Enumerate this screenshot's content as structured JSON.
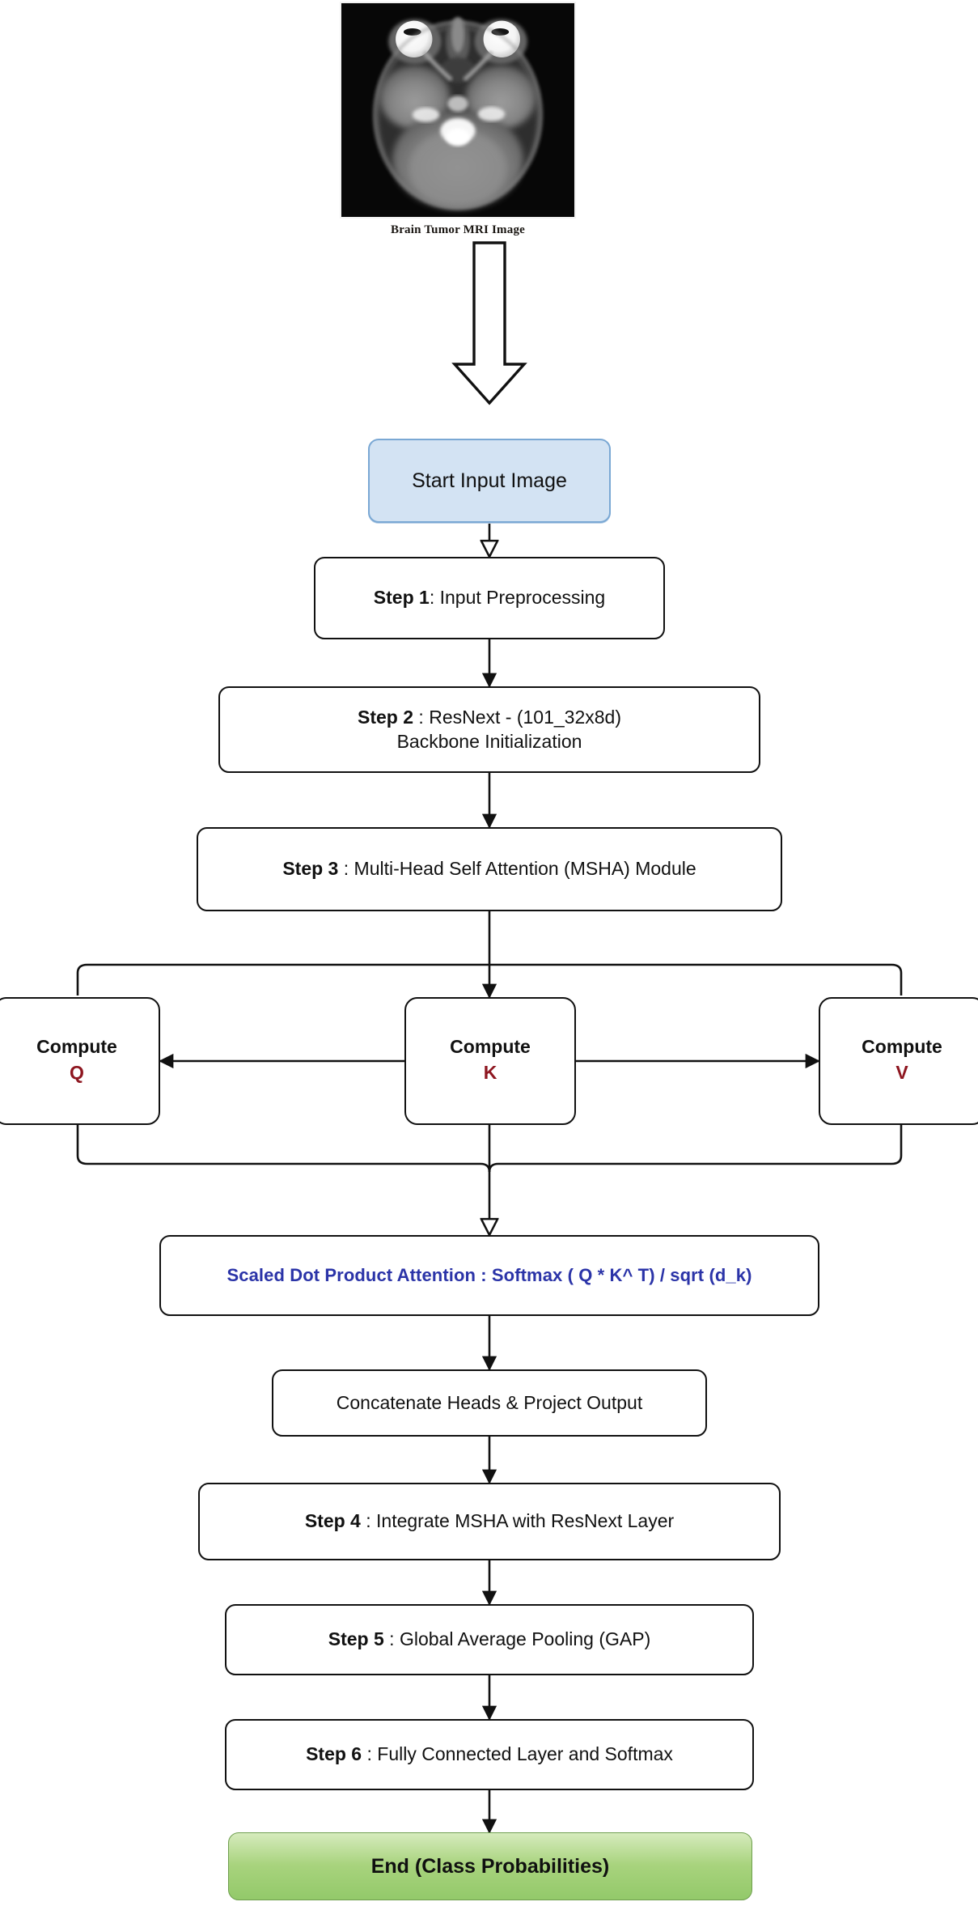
{
  "figure": {
    "image_caption": "Brain Tumor MRI Image",
    "image_alt": "axial brain MRI slice"
  },
  "colors": {
    "start_fill": "#d3e3f3",
    "start_stroke": "#7aa8d4",
    "end_fill": "#a8d37d",
    "end_stroke": "#6f9f4f",
    "qkv_label": "#8e1620",
    "attention_text": "#2b34a8",
    "node_stroke": "#111111",
    "page_background": "#ffffff"
  },
  "flowchart": {
    "type": "flowchart",
    "orientation": "top-to-bottom",
    "nodes": {
      "start": {
        "label": "Start Input Image"
      },
      "step1": {
        "prefix": "Step 1",
        "sep": ": ",
        "text": "Input Preprocessing"
      },
      "step2": {
        "prefix": "Step 2",
        "sep": " : ",
        "line1": "ResNext - (101_32x8d)",
        "line2": "Backbone Initialization"
      },
      "step3": {
        "prefix": "Step 3",
        "sep": " : ",
        "text": "Multi-Head Self Attention (MSHA) Module"
      },
      "compute_q": {
        "title": "Compute",
        "label": "Q"
      },
      "compute_k": {
        "title": "Compute",
        "label": "K"
      },
      "compute_v": {
        "title": "Compute",
        "label": "V"
      },
      "attention": {
        "text": "Scaled Dot Product Attention :  Softmax ( Q * K^ T)  / sqrt (d_k)"
      },
      "concat": {
        "text": "Concatenate Heads & Project Output"
      },
      "step4": {
        "prefix": "Step 4",
        "sep": " : ",
        "text": "Integrate MSHA with ResNext Layer"
      },
      "step5": {
        "prefix": "Step 5",
        "sep": " : ",
        "text": "Global Average Pooling (GAP)"
      },
      "step6": {
        "prefix": "Step 6",
        "sep": " : ",
        "text": "Fully Connected Layer and Softmax"
      },
      "end": {
        "label": "End (Class Probabilities)"
      }
    },
    "edges": [
      {
        "from": "mri-image",
        "to": "start",
        "style": "hollow-block-arrow"
      },
      {
        "from": "start",
        "to": "step1",
        "style": "hollow-arrow"
      },
      {
        "from": "step1",
        "to": "step2",
        "style": "solid-arrow"
      },
      {
        "from": "step2",
        "to": "step3",
        "style": "solid-arrow"
      },
      {
        "from": "step3",
        "to": "compute_k",
        "style": "solid-arrow"
      },
      {
        "from": "step3",
        "to": "compute_q",
        "style": "bus-left"
      },
      {
        "from": "step3",
        "to": "compute_v",
        "style": "bus-right"
      },
      {
        "from": "compute_k",
        "to": "compute_q",
        "style": "solid-arrow-left"
      },
      {
        "from": "compute_k",
        "to": "compute_v",
        "style": "solid-arrow-right"
      },
      {
        "from": "compute_q,compute_k,compute_v",
        "to": "attention",
        "style": "bus-merge-hollow-arrow"
      },
      {
        "from": "attention",
        "to": "concat",
        "style": "solid-arrow"
      },
      {
        "from": "concat",
        "to": "step4",
        "style": "solid-arrow"
      },
      {
        "from": "step4",
        "to": "step5",
        "style": "solid-arrow"
      },
      {
        "from": "step5",
        "to": "step6",
        "style": "solid-arrow"
      },
      {
        "from": "step6",
        "to": "end",
        "style": "solid-arrow"
      }
    ]
  }
}
